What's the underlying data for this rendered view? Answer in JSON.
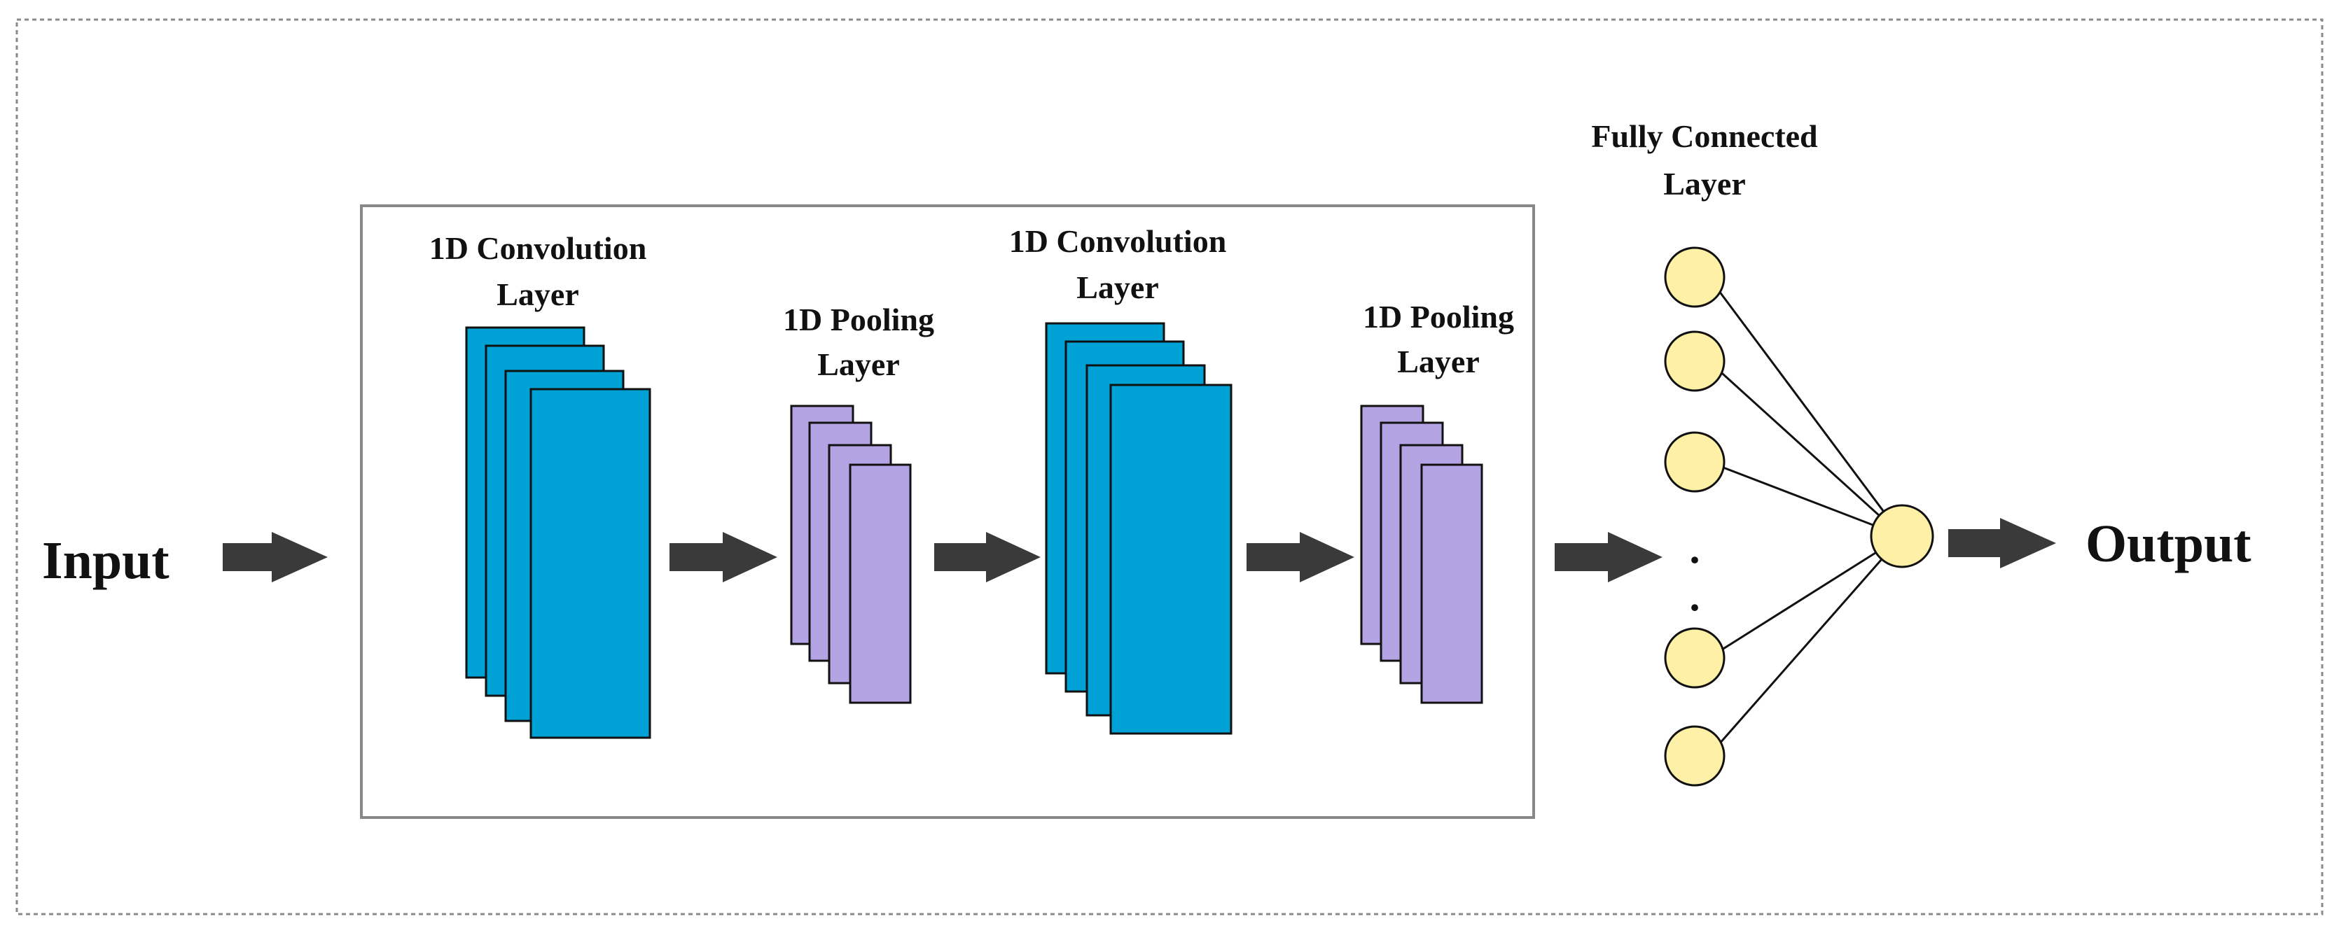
{
  "colors": {
    "conv": "#00A2D6",
    "pool": "#B3A3E3",
    "node": "#FFF0A8",
    "arrow": "#3A3A3A",
    "border": "#888888",
    "edge": "#111111"
  },
  "labels": {
    "input": "Input",
    "output": "Output",
    "conv1": [
      "1D Convolution",
      "Layer"
    ],
    "pool1": [
      "1D Pooling",
      "Layer"
    ],
    "conv2": [
      "1D Convolution",
      "Layer"
    ],
    "pool2": [
      "1D Pooling",
      "Layer"
    ],
    "fc": [
      "Fully Connected",
      "Layer"
    ],
    "ellipsis": "·"
  },
  "diagram": {
    "conv_stack_count": 4,
    "pool_stack_count": 4,
    "fc_visible_nodes": 5,
    "output_nodes": 1
  }
}
